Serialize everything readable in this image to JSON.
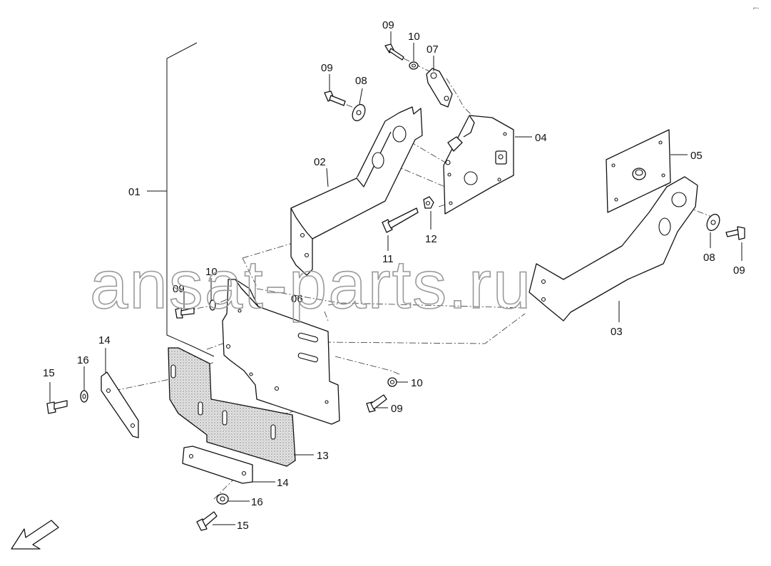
{
  "watermark": "ansat-parts.ru",
  "corner_mark": "⌐-",
  "callouts": {
    "c01": "01",
    "c02": "02",
    "c03": "03",
    "c04": "04",
    "c05": "05",
    "c06": "06",
    "c07": "07",
    "c08a": "08",
    "c08b": "08",
    "c09a": "09",
    "c09b": "09",
    "c09c": "09",
    "c09d": "09",
    "c09e": "09",
    "c10a": "10",
    "c10b": "10",
    "c10c": "10",
    "c11": "11",
    "c12": "12",
    "c13": "13",
    "c14a": "14",
    "c14b": "14",
    "c15a": "15",
    "c15b": "15",
    "c16a": "16",
    "c16b": "16"
  },
  "colors": {
    "line": "#111111",
    "watermark": "#9a9a9a",
    "pad_hatch": "#d9d9d9"
  }
}
